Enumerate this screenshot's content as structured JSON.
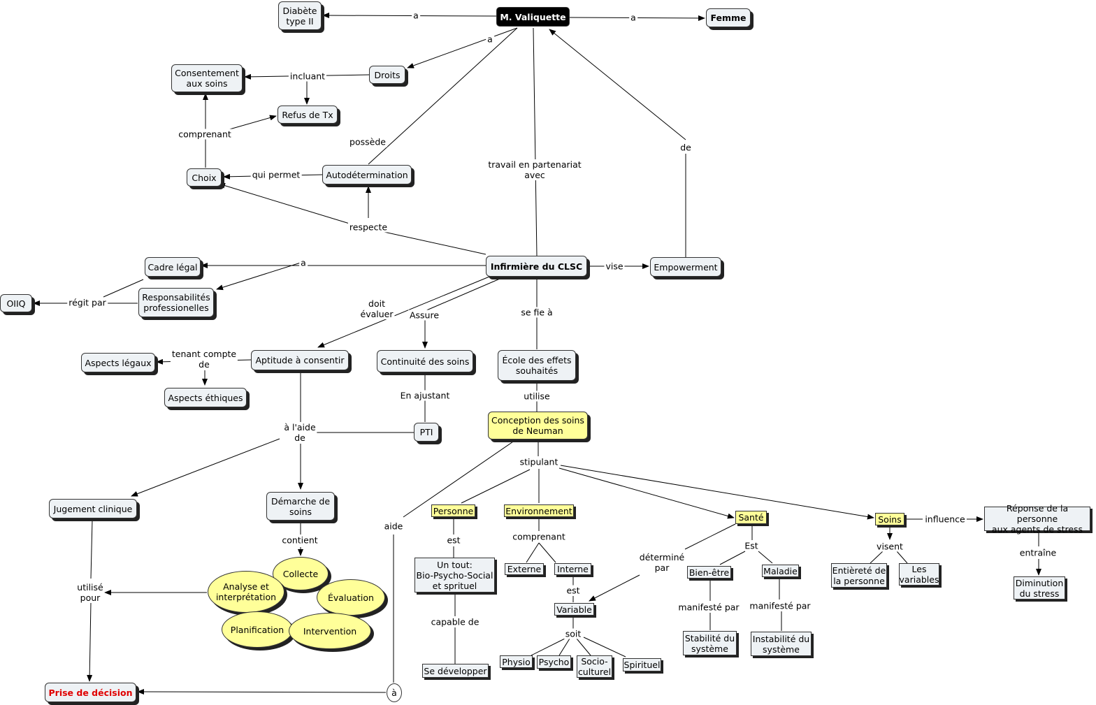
{
  "nodes": [
    {
      "id": "valiquette",
      "text": "M. Valiquette"
    },
    {
      "id": "diabete",
      "text": "Diabète\ntype II"
    },
    {
      "id": "femme",
      "text": "Femme"
    },
    {
      "id": "droits",
      "text": "Droits"
    },
    {
      "id": "consentement",
      "text": "Consentement\naux soins"
    },
    {
      "id": "refus",
      "text": "Refus de Tx"
    },
    {
      "id": "choix",
      "text": "Choix"
    },
    {
      "id": "autodet",
      "text": "Autodétermination"
    },
    {
      "id": "infirmiere",
      "text": "Infirmière du CLSC"
    },
    {
      "id": "empowerment",
      "text": "Empowerment"
    },
    {
      "id": "cadre",
      "text": "Cadre légal"
    },
    {
      "id": "responsabilites",
      "text": "Responsabilités\nprofessionelles"
    },
    {
      "id": "oiiq",
      "text": "OIIQ"
    },
    {
      "id": "aptitude",
      "text": "Aptitude à consentir"
    },
    {
      "id": "aspectslegaux",
      "text": "Aspects légaux"
    },
    {
      "id": "aspectsethiques",
      "text": "Aspects éthiques"
    },
    {
      "id": "continuite",
      "text": "Continuité des soins"
    },
    {
      "id": "ecole",
      "text": "École des effets\nsouhaités"
    },
    {
      "id": "pti",
      "text": "PTI"
    },
    {
      "id": "neuman",
      "text": "Conception des soins\nde Neuman"
    },
    {
      "id": "jugement",
      "text": "Jugement clinique"
    },
    {
      "id": "demarche",
      "text": "Démarche de\nsoins"
    },
    {
      "id": "personne",
      "text": "Personne"
    },
    {
      "id": "environnement",
      "text": "Environnement"
    },
    {
      "id": "sante",
      "text": "Santé"
    },
    {
      "id": "soins",
      "text": "Soins"
    },
    {
      "id": "reponse",
      "text": "Réponse de la personne\naux agents de stress"
    },
    {
      "id": "diminution",
      "text": "Diminution\ndu stress"
    },
    {
      "id": "entierete",
      "text": "Entièreté de\nla personne"
    },
    {
      "id": "variables",
      "text": "Les\nvariables"
    },
    {
      "id": "bienetre",
      "text": "Bien-être"
    },
    {
      "id": "maladie",
      "text": "Maladie"
    },
    {
      "id": "stabilite",
      "text": "Stabilité du\nsystème"
    },
    {
      "id": "instabilite",
      "text": "Instabilité du\nsystème"
    },
    {
      "id": "externe",
      "text": "Externe"
    },
    {
      "id": "interne",
      "text": "Interne"
    },
    {
      "id": "variable",
      "text": "Variable"
    },
    {
      "id": "physio",
      "text": "Physio"
    },
    {
      "id": "psycho",
      "text": "Psycho"
    },
    {
      "id": "socioculturel",
      "text": "Socio-\nculturel"
    },
    {
      "id": "spirituel",
      "text": "Spirituel"
    },
    {
      "id": "untout",
      "text": "Un tout:\nBio-Psycho-Social\net sprituel"
    },
    {
      "id": "sedevelopper",
      "text": "Se développer"
    },
    {
      "id": "collecte",
      "text": "Collecte"
    },
    {
      "id": "analyse",
      "text": "Analyse et\ninterprétation"
    },
    {
      "id": "evaluation",
      "text": "Évaluation"
    },
    {
      "id": "planification",
      "text": "Planification"
    },
    {
      "id": "intervention",
      "text": "Intervention"
    },
    {
      "id": "prise",
      "text": "Prise de décision"
    },
    {
      "id": "a_circle",
      "text": "à"
    }
  ],
  "links": [
    {
      "id": "l_a1",
      "text": "a"
    },
    {
      "id": "l_a2",
      "text": "a"
    },
    {
      "id": "l_a3",
      "text": "a"
    },
    {
      "id": "l_incluant",
      "text": "incluant"
    },
    {
      "id": "l_comprenant1",
      "text": "comprenant"
    },
    {
      "id": "l_possede",
      "text": "possède"
    },
    {
      "id": "l_quipermet",
      "text": "qui permet"
    },
    {
      "id": "l_travail",
      "text": "travail en partenariat\navec"
    },
    {
      "id": "l_de",
      "text": "de"
    },
    {
      "id": "l_respecte",
      "text": "respecte"
    },
    {
      "id": "l_vise",
      "text": "vise"
    },
    {
      "id": "l_a4",
      "text": "a"
    },
    {
      "id": "l_regit",
      "text": "régit par"
    },
    {
      "id": "l_doit",
      "text": "doit\névaluer"
    },
    {
      "id": "l_assure",
      "text": "Assure"
    },
    {
      "id": "l_sefie",
      "text": "se fie à"
    },
    {
      "id": "l_tenant",
      "text": "tenant compte\nde"
    },
    {
      "id": "l_ajustant",
      "text": "En ajustant"
    },
    {
      "id": "l_utilise",
      "text": "utilise"
    },
    {
      "id": "l_aide_de",
      "text": "à l'aide\nde"
    },
    {
      "id": "l_stipulant",
      "text": "stipulant"
    },
    {
      "id": "l_aide",
      "text": "aide"
    },
    {
      "id": "l_contient",
      "text": "contient"
    },
    {
      "id": "l_utilisepour",
      "text": "utilisé\npour"
    },
    {
      "id": "l_est1",
      "text": "est"
    },
    {
      "id": "l_comprenant2",
      "text": "comprenant"
    },
    {
      "id": "l_determine",
      "text": "déterminé\npar"
    },
    {
      "id": "l_est2",
      "text": "Est"
    },
    {
      "id": "l_influence",
      "text": "influence"
    },
    {
      "id": "l_visent",
      "text": "visent"
    },
    {
      "id": "l_entraine",
      "text": "entraîne"
    },
    {
      "id": "l_est3",
      "text": "est"
    },
    {
      "id": "l_soit",
      "text": "soit"
    },
    {
      "id": "l_manifeste1",
      "text": "manifesté par"
    },
    {
      "id": "l_manifeste2",
      "text": "manifesté par"
    },
    {
      "id": "l_capable",
      "text": "capable de"
    }
  ]
}
